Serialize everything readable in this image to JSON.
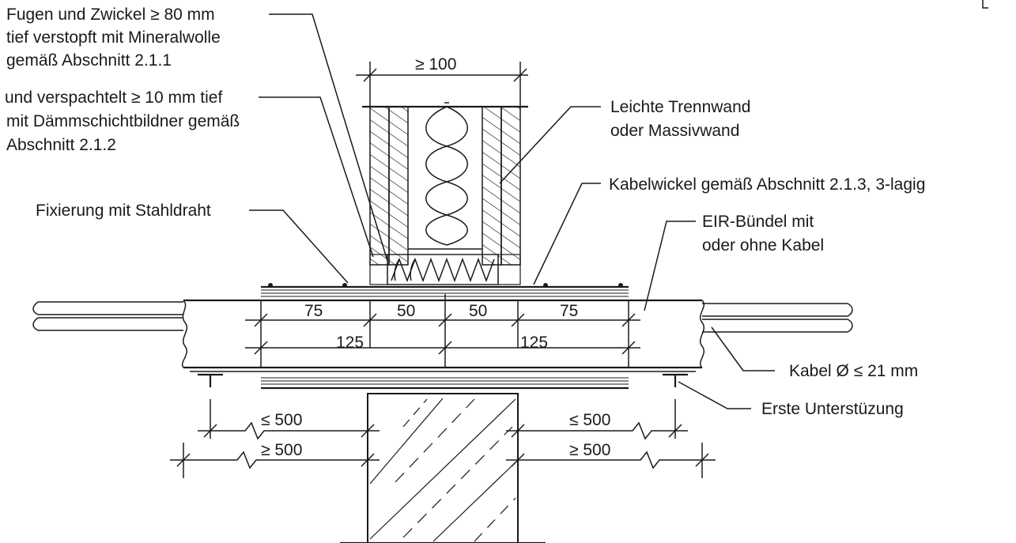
{
  "labels": {
    "joints_line1": "Fugen und Zwickel ≥ 80 mm",
    "joints_line2": "tief verstopft mit Mineralwolle",
    "joints_line3": "gemäß Abschnitt 2.1.1",
    "filler_line1": "und verspachtelt ≥ 10 mm tief",
    "filler_line2": "mit Dämmschichtbildner gemäß",
    "filler_line3": "Abschnitt 2.1.2",
    "wire": "Fixierung mit Stahldraht",
    "wall_line1": "Leichte Trennwand",
    "wall_line2": "oder Massivwand",
    "wrap": "Kabelwickel gemäß Abschnitt 2.1.3, 3-lagig",
    "bundle_line1": "EIR-Bündel mit",
    "bundle_line2": "oder ohne Kabel",
    "cable": "Kabel Ø ≤ 21 mm",
    "support": "Erste Unterstüzung"
  },
  "dimensions": {
    "wall_width": "≥ 100",
    "seg_75_left": "75",
    "seg_50_left": "50",
    "seg_50_right": "50",
    "seg_75_right": "75",
    "seg_125_left": "125",
    "seg_125_right": "125",
    "support_left_upper": "≤ 500",
    "support_left_lower": "≥ 500",
    "support_right_upper": "≤ 500",
    "support_right_lower": "≥ 500"
  }
}
